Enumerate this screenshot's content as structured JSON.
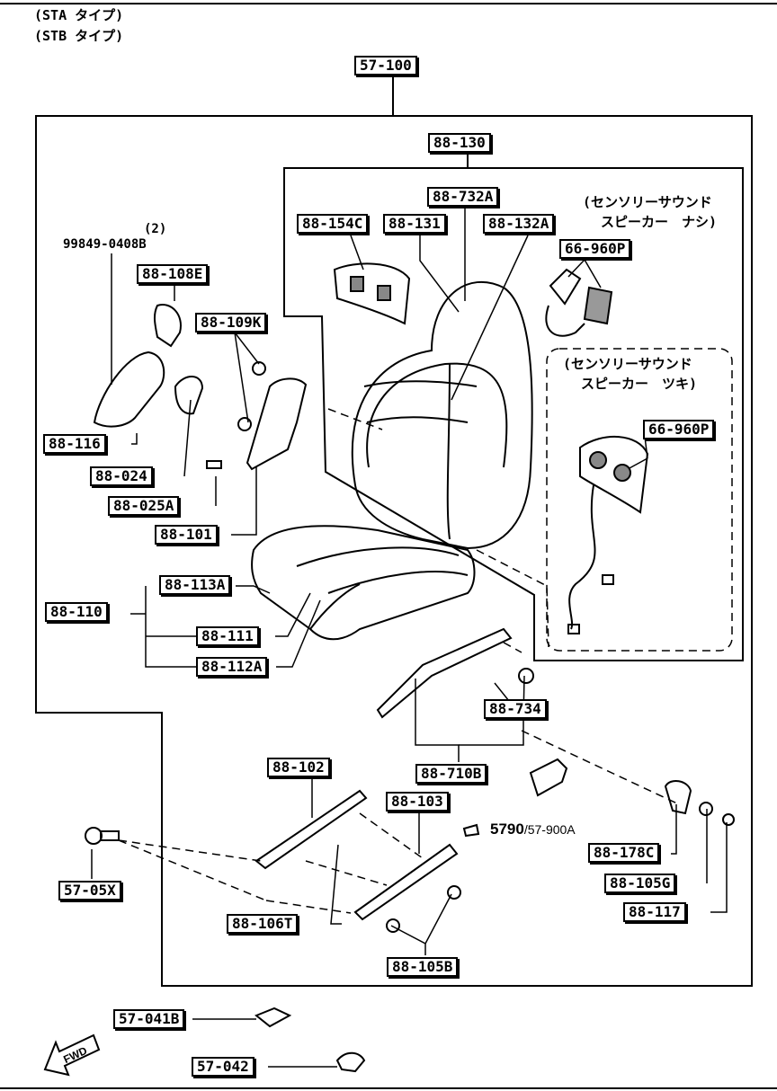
{
  "header": {
    "line1": "(STA タイプ)",
    "line2": "(STB タイプ)"
  },
  "labels": {
    "l57_100": "57-100",
    "l88_130": "88-130",
    "l88_732a": "88-732A",
    "l88_154c": "88-154C",
    "l88_131": "88-131",
    "l88_132a": "88-132A",
    "l66_960p_a": "66-960P",
    "l66_960p_b": "66-960P",
    "l88_108e": "88-108E",
    "l88_109k": "88-109K",
    "l88_116": "88-116",
    "l88_024": "88-024",
    "l88_025a": "88-025A",
    "l88_101": "88-101",
    "l88_113a": "88-113A",
    "l88_110": "88-110",
    "l88_111": "88-111",
    "l88_112a": "88-112A",
    "l88_734": "88-734",
    "l88_710b": "88-710B",
    "l88_102": "88-102",
    "l88_103": "88-103",
    "l57_05x": "57-05X",
    "l88_106t": "88-106T",
    "l88_105b": "88-105B",
    "l88_178c": "88-178C",
    "l88_105g": "88-105G",
    "l88_117": "88-117",
    "l57_041b": "57-041B",
    "l57_042": "57-042"
  },
  "plain_labels": {
    "qty": "(2)",
    "bolt": "99849-0408B"
  },
  "notes": {
    "no_speaker_1": "(センソリーサウンド",
    "no_speaker_2": "スピーカー　ナシ)",
    "with_speaker_1": "(センソリーサウンド",
    "with_speaker_2": "スピーカー　ツキ)"
  },
  "reference": {
    "main": "5790",
    "sub": "/57-900A"
  },
  "fwd": "FWD"
}
